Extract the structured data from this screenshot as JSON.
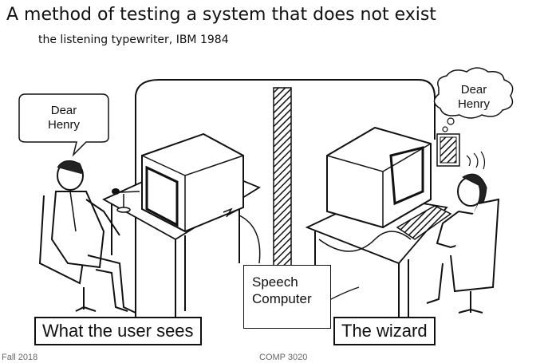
{
  "slide": {
    "title": "A method of testing a system that does not exist",
    "subtitle": "the listening typewriter, IBM 1984"
  },
  "illustration": {
    "user_bubble_line1": "Dear",
    "user_bubble_line2": "Henry",
    "wizard_bubble_line1": "Dear",
    "wizard_bubble_line2": "Henry",
    "speech_computer_line1": "Speech",
    "speech_computer_line2": "Computer",
    "user_label": "What the user sees",
    "wizard_label": "The wizard"
  },
  "footer": {
    "left": "Fall 2018",
    "center": "COMP 3020"
  }
}
